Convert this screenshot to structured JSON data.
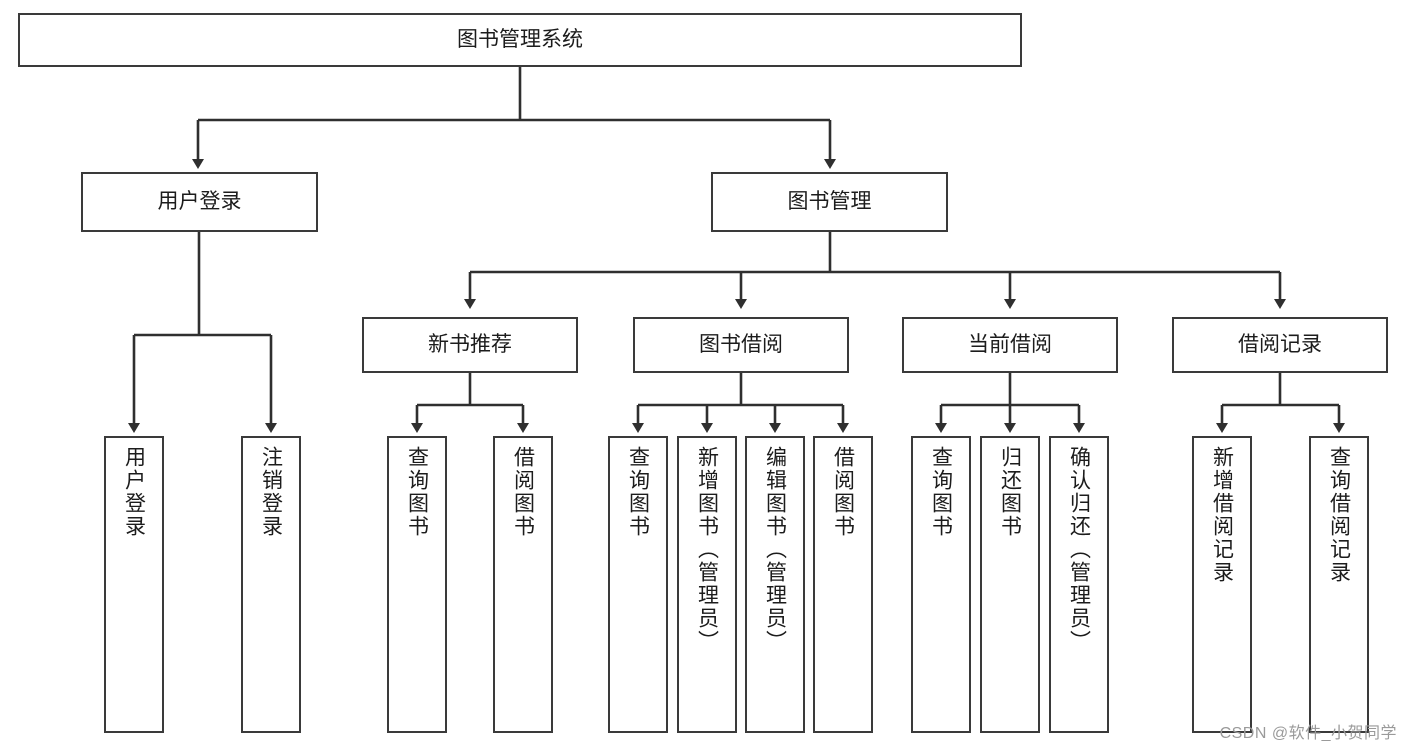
{
  "diagram": {
    "title": "图书管理系统",
    "type": "tree-hierarchy-diagram",
    "watermark": "CSDN @软件_小贺同学",
    "colors": {
      "node_border": "#3a3a3a",
      "node_fill": "#ffffff",
      "edge": "#2f2f2f",
      "text": "#1c1c1c",
      "watermark": "#9a9a9a",
      "background": "#ffffff"
    },
    "root": {
      "id": "root",
      "label": "图书管理系统"
    },
    "level2": [
      {
        "id": "user-login",
        "label": "用户登录"
      },
      {
        "id": "book-management",
        "label": "图书管理"
      }
    ],
    "level3": [
      {
        "id": "new-book-recommend",
        "label": "新书推荐",
        "parent": "book-management"
      },
      {
        "id": "book-borrow",
        "label": "图书借阅",
        "parent": "book-management"
      },
      {
        "id": "current-borrow",
        "label": "当前借阅",
        "parent": "book-management"
      },
      {
        "id": "borrow-record",
        "label": "借阅记录",
        "parent": "book-management"
      }
    ],
    "leaves": [
      {
        "id": "leaf-user-login",
        "label": "用户登录",
        "parent": "user-login"
      },
      {
        "id": "leaf-logout-login",
        "label": "注销登录",
        "parent": "user-login"
      },
      {
        "id": "leaf-query-book-1",
        "label": "查询图书",
        "parent": "new-book-recommend"
      },
      {
        "id": "leaf-borrow-book-1",
        "label": "借阅图书",
        "parent": "new-book-recommend"
      },
      {
        "id": "leaf-query-book-2",
        "label": "查询图书",
        "parent": "book-borrow"
      },
      {
        "id": "leaf-add-book",
        "label": "新增图书（管理员）",
        "parent": "book-borrow"
      },
      {
        "id": "leaf-edit-book",
        "label": "编辑图书（管理员）",
        "parent": "book-borrow"
      },
      {
        "id": "leaf-borrow-book-2",
        "label": "借阅图书",
        "parent": "book-borrow"
      },
      {
        "id": "leaf-query-book-3",
        "label": "查询图书",
        "parent": "current-borrow"
      },
      {
        "id": "leaf-return-book",
        "label": "归还图书",
        "parent": "current-borrow"
      },
      {
        "id": "leaf-confirm-return",
        "label": "确认归还（管理员）",
        "parent": "current-borrow"
      },
      {
        "id": "leaf-add-record",
        "label": "新增借阅记录",
        "parent": "borrow-record"
      },
      {
        "id": "leaf-query-record",
        "label": "查询借阅记录",
        "parent": "borrow-record"
      }
    ]
  }
}
